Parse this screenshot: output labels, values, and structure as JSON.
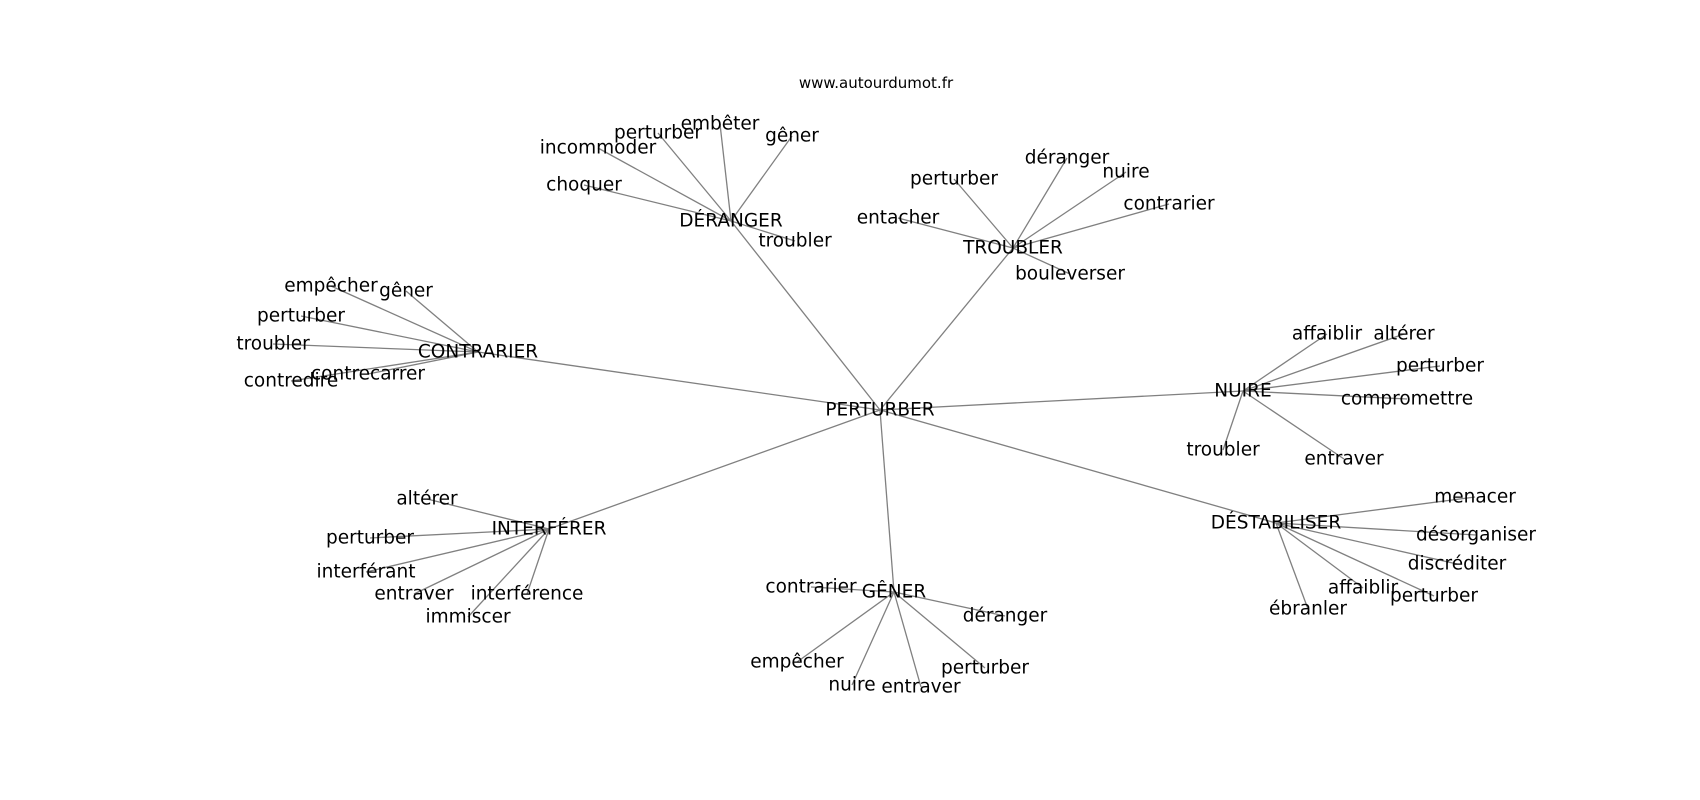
{
  "site": "www.autourdumot.fr",
  "graph": {
    "root": "PERTURBER",
    "hubs": [
      {
        "label": "DÉRANGER",
        "leaves": [
          "incommoder",
          "perturber",
          "embêter",
          "gêner",
          "choquer",
          "troubler"
        ]
      },
      {
        "label": "TROUBLER",
        "leaves": [
          "perturber",
          "déranger",
          "nuire",
          "contrarier",
          "entacher",
          "bouleverser"
        ]
      },
      {
        "label": "CONTRARIER",
        "leaves": [
          "empêcher",
          "gêner",
          "perturber",
          "troubler",
          "contrecarrer",
          "contredire"
        ]
      },
      {
        "label": "NUIRE",
        "leaves": [
          "affaiblir",
          "altérer",
          "perturber",
          "compromettre",
          "troubler",
          "entraver"
        ]
      },
      {
        "label": "INTERFÉRER",
        "leaves": [
          "altérer",
          "perturber",
          "interférant",
          "entraver",
          "interférence",
          "immiscer"
        ]
      },
      {
        "label": "DÉSTABILISER",
        "leaves": [
          "menacer",
          "désorganiser",
          "discréditer",
          "affaiblir",
          "perturber",
          "ébranler"
        ]
      },
      {
        "label": "GÊNER",
        "leaves": [
          "contrarier",
          "déranger",
          "empêcher",
          "perturber",
          "nuire",
          "entraver"
        ]
      }
    ]
  }
}
